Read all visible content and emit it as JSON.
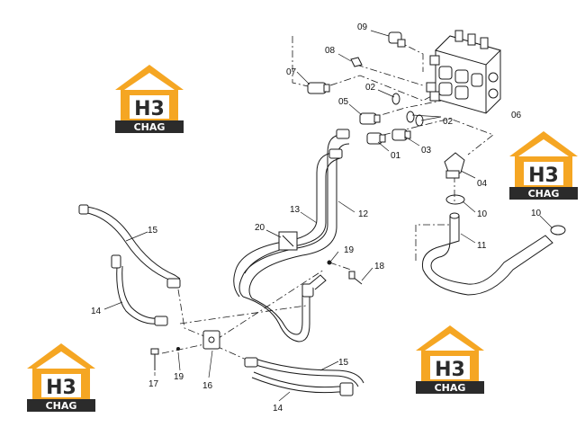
{
  "part_labels": {
    "p01": "01",
    "p02a": "02",
    "p02b": "02",
    "p03": "03",
    "p04": "04",
    "p05": "05",
    "p06": "06",
    "p07": "07",
    "p08": "08",
    "p09": "09",
    "p10a": "10",
    "p10b": "10",
    "p11": "11",
    "p12": "12",
    "p13": "13",
    "p14a": "14",
    "p14b": "14",
    "p15a": "15",
    "p15b": "15",
    "p16": "16",
    "p17": "17",
    "p18": "18",
    "p19a": "19",
    "p19b": "19",
    "p20": "20"
  },
  "watermark": {
    "mark": "H3",
    "text": "CHAG"
  },
  "colors": {
    "logo_orange": "#f5a623",
    "logo_dark": "#2b2b2b",
    "line": "#1a1a1a"
  }
}
